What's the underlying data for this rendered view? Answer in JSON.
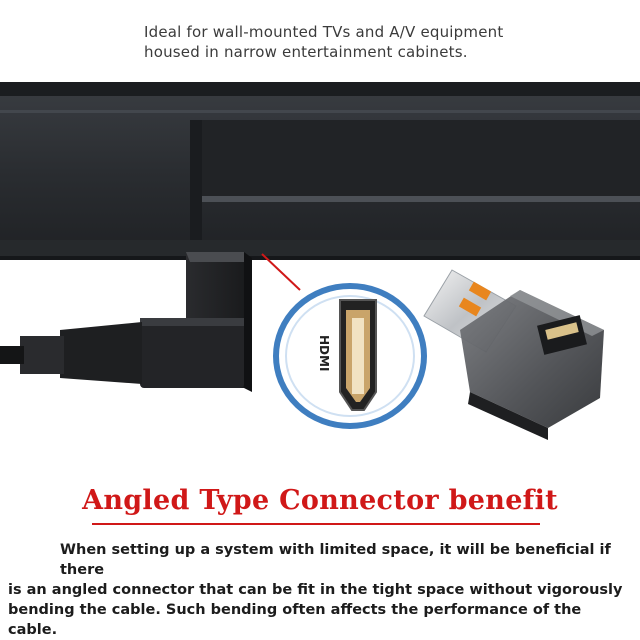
{
  "caption": {
    "line1": "Ideal for wall-mounted TVs and A/V equipment",
    "line2": "housed in narrow entertainment cabinets."
  },
  "port_label": "HDMI",
  "heading": "Angled Type Connector benefit",
  "body": {
    "line1": "When setting up a system with limited space, it will be beneficial if there",
    "line2": "is an angled connector that can be fit in the tight space without vigorously",
    "line3": "bending the cable. Such bending often affects the performance of the cable."
  },
  "colors": {
    "heading": "#d01818",
    "accent_usb_tongue": "#e8861e",
    "zoom_ring": "#3f7ec0",
    "tv_body": "#2a2d31"
  }
}
